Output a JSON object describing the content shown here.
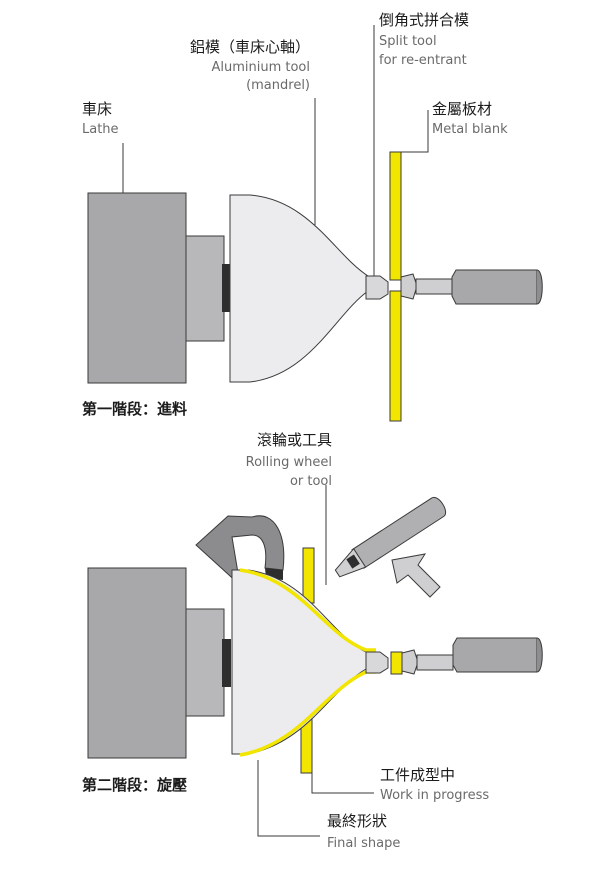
{
  "stage1": {
    "title": "第一階段：進料",
    "lathe": {
      "zh": "車床",
      "en": "Lathe"
    },
    "tool": {
      "zh": "鋁模（車床心軸）",
      "en1": "Aluminium tool",
      "en2": "(mandrel)"
    },
    "split_tool": {
      "zh": "倒角式拼合模",
      "en1": "Split tool",
      "en2": "for re-entrant"
    },
    "blank": {
      "zh": "金屬板材",
      "en": "Metal blank"
    }
  },
  "stage2": {
    "title": "第二階段：旋壓",
    "roller": {
      "zh": "滾輪或工具",
      "en1": "Rolling wheel",
      "en2": "or tool"
    },
    "wip": {
      "zh": "工件成型中",
      "en": "Work in progress"
    },
    "final": {
      "zh": "最終形狀",
      "en": "Final shape"
    }
  },
  "colors": {
    "lathe_gray": "#a8a8ab",
    "mandrel_fill": "#ececee",
    "blank_yellow": "#f2e500",
    "rotation_arrow": "#8c8c8e",
    "line": "#3a3a3a"
  }
}
